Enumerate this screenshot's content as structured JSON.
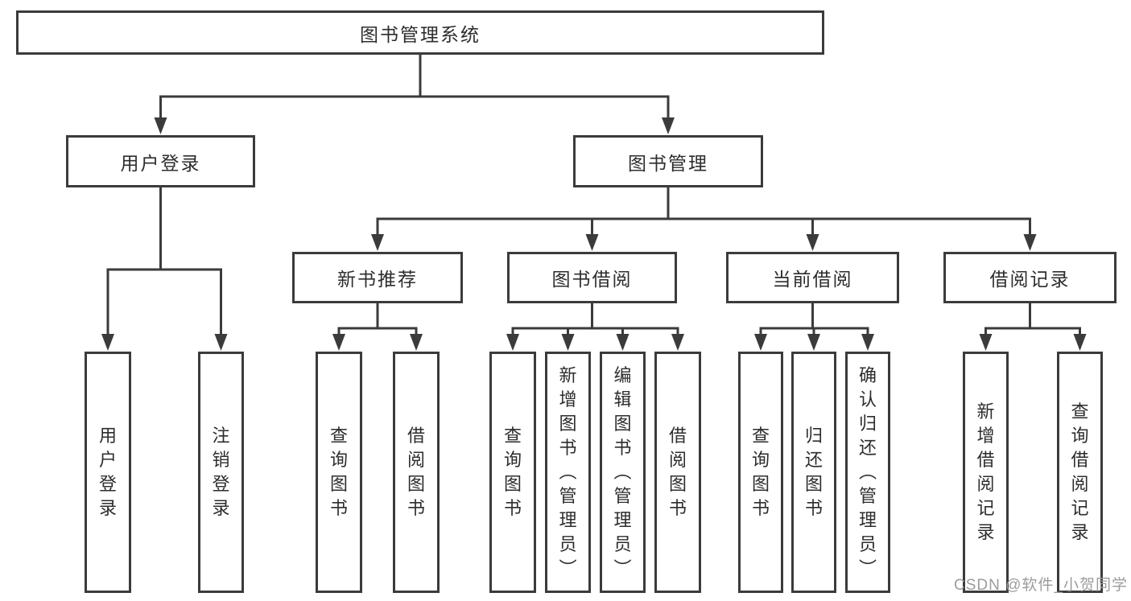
{
  "diagram": {
    "title": "图书管理系统",
    "root": {
      "label": "图书管理系统",
      "children": [
        {
          "label": "用户登录",
          "children": [
            {
              "label": "用户登录"
            },
            {
              "label": "注销登录"
            }
          ]
        },
        {
          "label": "图书管理",
          "children": [
            {
              "label": "新书推荐",
              "children": [
                {
                  "label": "查询图书"
                },
                {
                  "label": "借阅图书"
                }
              ]
            },
            {
              "label": "图书借阅",
              "children": [
                {
                  "label": "查询图书"
                },
                {
                  "label": "新增图书（管理员）"
                },
                {
                  "label": "编辑图书（管理员）"
                },
                {
                  "label": "借阅图书"
                }
              ]
            },
            {
              "label": "当前借阅",
              "children": [
                {
                  "label": "查询图书"
                },
                {
                  "label": "归还图书"
                },
                {
                  "label": "确认归还（管理员）"
                }
              ]
            },
            {
              "label": "借阅记录",
              "children": [
                {
                  "label": "新增借阅记录"
                },
                {
                  "label": "查询借阅记录"
                }
              ]
            }
          ]
        }
      ]
    },
    "watermark": "CSDN @软件_小贺同学",
    "colors": {
      "line": "#3b3b3b",
      "box_border": "#3b3b3b",
      "text": "#2d2d2d",
      "background": "#ffffff",
      "watermark": "#9c9c9c"
    }
  }
}
